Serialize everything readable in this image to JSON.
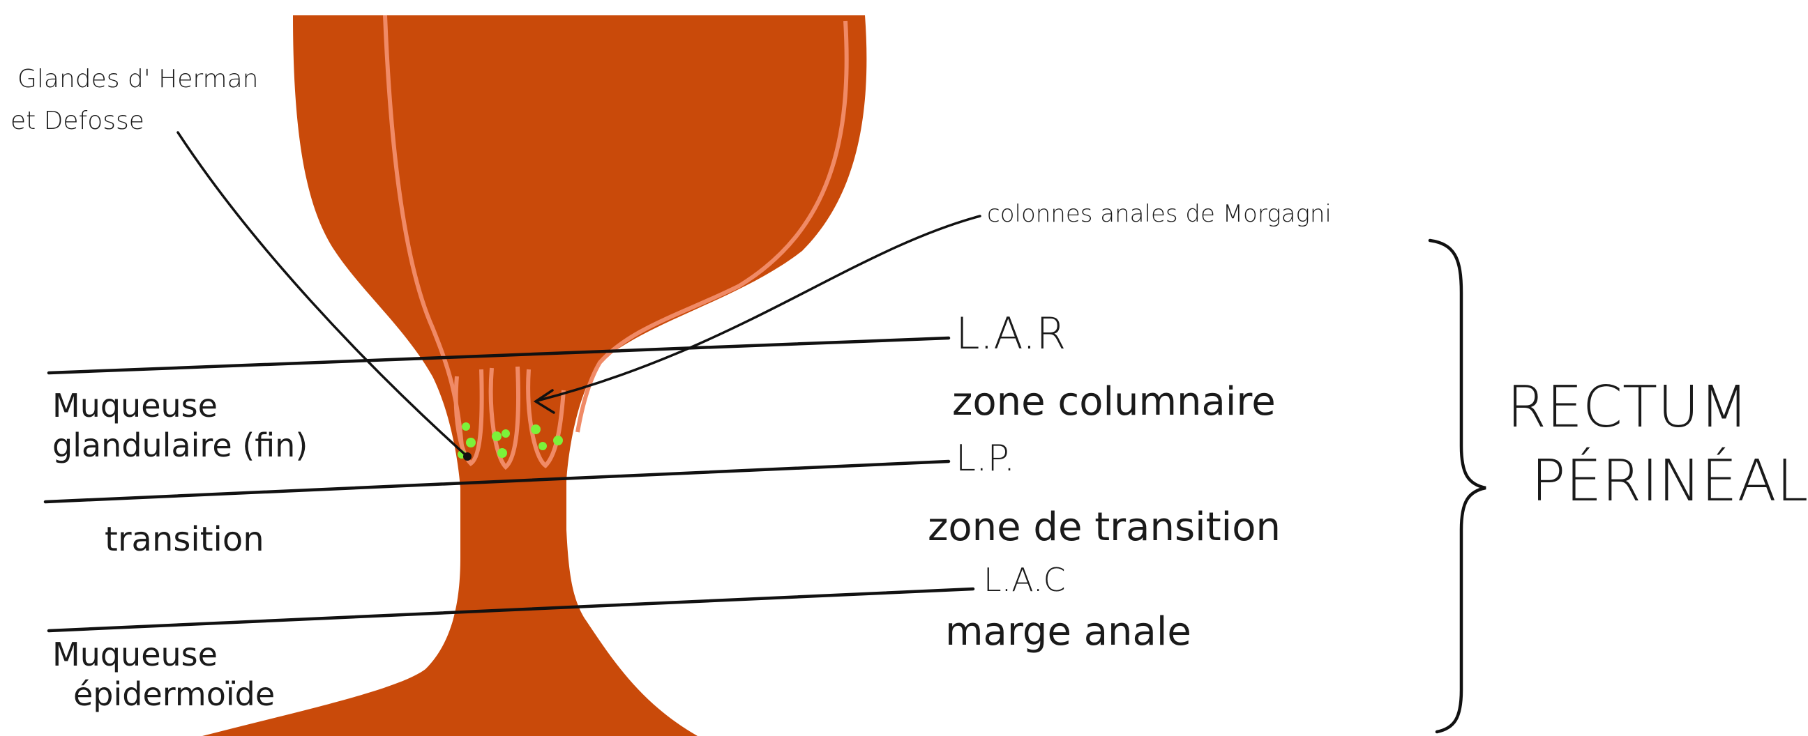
{
  "colors": {
    "organ_fill": "#C94A0A",
    "organ_highlight": "#F08A66",
    "gland_dots": "#7CF23A",
    "ink": "#111111",
    "background": "#FFFFFF"
  },
  "labels": {
    "glands": [
      "Glandes d' Herman",
      "et Defosse"
    ],
    "columns": "colonnes anales de Morgagni",
    "lar": "L.A.R",
    "zone_columnar": "zone columnaire",
    "lp": "L.P.",
    "zone_transition": "zone de transition",
    "lac": "L.A.C",
    "marge": "marge anale",
    "mucosa_glandular_line1": "Muqueuse",
    "mucosa_glandular_line2": "glandulaire (fin)",
    "transition": "transition",
    "mucosa_epidermoid_line1": "Muqueuse",
    "mucosa_epidermoid_line2": "épidermoïde",
    "rectum_line1": "RECTUM",
    "rectum_line2": "PÉRINÉAL"
  }
}
